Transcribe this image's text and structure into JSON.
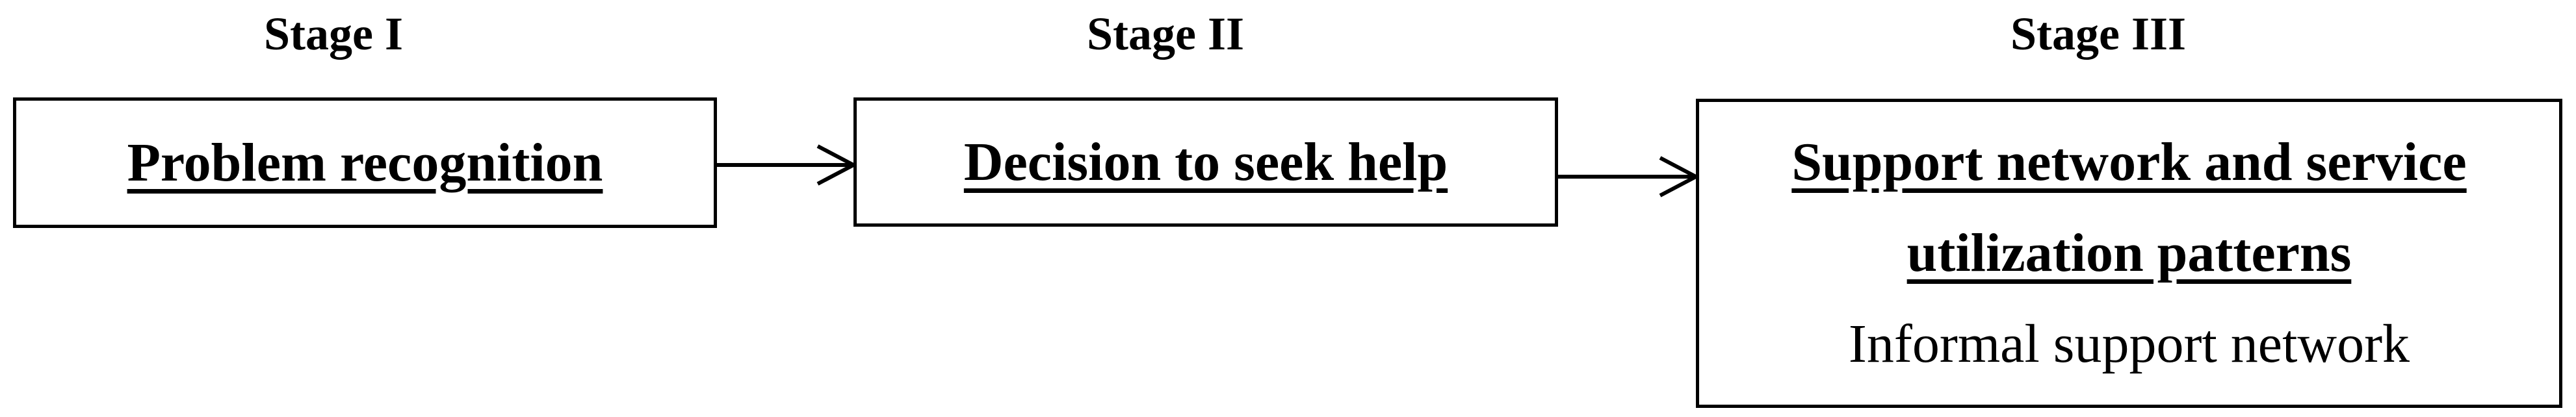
{
  "diagram": {
    "title_row": {
      "stage1": "Stage I",
      "stage2": "Stage II",
      "stage3": "Stage III"
    },
    "stages": [
      {
        "title": "Stage I",
        "box_lines": [
          {
            "text": "Problem recognition",
            "bold": true,
            "underline": true
          }
        ]
      },
      {
        "title": "Stage II",
        "box_lines": [
          {
            "text": "Decision to seek help",
            "bold": true,
            "underline": true
          }
        ]
      },
      {
        "title": "Stage III",
        "box_lines": [
          {
            "text": "Support network and service",
            "bold": true,
            "underline": true
          },
          {
            "text": "utilization patterns",
            "bold": true,
            "underline": true
          },
          {
            "text": "Informal support network",
            "bold": false,
            "underline": false
          }
        ]
      }
    ],
    "arrows": [
      {
        "from": "Stage I",
        "to": "Stage II",
        "direction": "right"
      },
      {
        "from": "Stage II",
        "to": "Stage III",
        "direction": "right"
      }
    ],
    "colors": {
      "background": "#ffffff",
      "line": "#000000",
      "text": "#000000"
    }
  }
}
